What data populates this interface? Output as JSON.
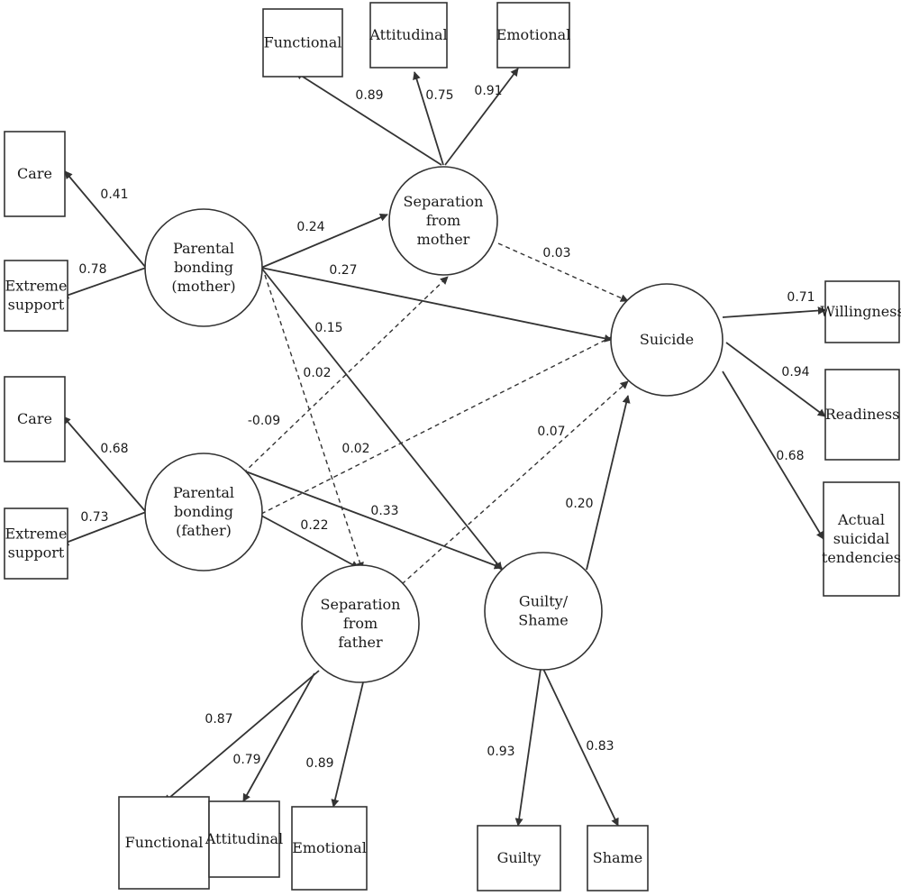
{
  "nodes": {
    "sep_mother": [
      "Separation",
      "from",
      "mother"
    ],
    "pb_mother": [
      "Parental",
      "bonding",
      "(mother)"
    ],
    "pb_father": [
      "Parental",
      "bonding",
      "(father)"
    ],
    "sep_father": [
      "Separation",
      "from",
      "father"
    ],
    "guilt_shame": [
      "Guilty/",
      "Shame"
    ],
    "suicide": [
      "Suicide"
    ],
    "mother_functional": [
      "Functional"
    ],
    "mother_attitudinal": [
      "Attitudinal"
    ],
    "mother_emotional": [
      "Emotional"
    ],
    "care_mother": [
      "Care"
    ],
    "extreme_mother": [
      "Extreme",
      "support"
    ],
    "care_father": [
      "Care"
    ],
    "extreme_father": [
      "Extreme",
      "support"
    ],
    "willingness": [
      "Willingness"
    ],
    "readiness": [
      "Readiness"
    ],
    "actual": [
      "Actual",
      "suicidal",
      "tendencies"
    ],
    "father_functional": [
      "Functional"
    ],
    "father_attitudinal": [
      "Attitudinal"
    ],
    "father_emotional": [
      "Emotional"
    ],
    "guilty": [
      "Guilty"
    ],
    "shame": [
      "Shame"
    ]
  },
  "edges": [
    {
      "from": "sep_mother",
      "to": "mother_functional",
      "coef": "0.89",
      "style": "solid"
    },
    {
      "from": "sep_mother",
      "to": "mother_attitudinal",
      "coef": "0.75",
      "style": "solid"
    },
    {
      "from": "sep_mother",
      "to": "mother_emotional",
      "coef": "0.91",
      "style": "solid"
    },
    {
      "from": "pb_mother",
      "to": "care_mother",
      "coef": "0.41",
      "style": "solid"
    },
    {
      "from": "pb_mother",
      "to": "extreme_mother",
      "coef": "0.78",
      "style": "solid"
    },
    {
      "from": "pb_mother",
      "to": "sep_mother",
      "coef": "0.24",
      "style": "solid"
    },
    {
      "from": "pb_mother",
      "to": "suicide",
      "coef": "0.27",
      "style": "solid"
    },
    {
      "from": "pb_mother",
      "to": "guilt_shame",
      "coef": "0.15",
      "style": "solid"
    },
    {
      "from": "pb_mother",
      "to": "sep_father",
      "coef": "0.02",
      "style": "dashed"
    },
    {
      "from": "sep_mother",
      "to": "suicide",
      "coef": "0.03",
      "style": "dashed"
    },
    {
      "from": "pb_father",
      "to": "sep_mother",
      "coef": "-0.09",
      "style": "dashed"
    },
    {
      "from": "pb_father",
      "to": "suicide",
      "coef": "0.02",
      "style": "dashed"
    },
    {
      "from": "pb_father",
      "to": "care_father",
      "coef": "0.68",
      "style": "solid"
    },
    {
      "from": "pb_father",
      "to": "extreme_father",
      "coef": "0.73",
      "style": "solid"
    },
    {
      "from": "pb_father",
      "to": "sep_father",
      "coef": "0.22",
      "style": "solid"
    },
    {
      "from": "pb_father",
      "to": "guilt_shame",
      "coef": "0.33",
      "style": "solid"
    },
    {
      "from": "sep_father",
      "to": "suicide",
      "coef": "0.07",
      "style": "dashed"
    },
    {
      "from": "guilt_shame",
      "to": "suicide",
      "coef": "0.20",
      "style": "solid"
    },
    {
      "from": "suicide",
      "to": "willingness",
      "coef": "0.71",
      "style": "solid"
    },
    {
      "from": "suicide",
      "to": "readiness",
      "coef": "0.94",
      "style": "solid"
    },
    {
      "from": "suicide",
      "to": "actual",
      "coef": "0.68",
      "style": "solid"
    },
    {
      "from": "sep_father",
      "to": "father_functional",
      "coef": "0.87",
      "style": "solid"
    },
    {
      "from": "sep_father",
      "to": "father_attitudinal",
      "coef": "0.79",
      "style": "solid"
    },
    {
      "from": "sep_father",
      "to": "father_emotional",
      "coef": "0.89",
      "style": "solid"
    },
    {
      "from": "guilt_shame",
      "to": "guilty",
      "coef": "0.93",
      "style": "solid"
    },
    {
      "from": "guilt_shame",
      "to": "shame",
      "coef": "0.83",
      "style": "solid"
    }
  ]
}
